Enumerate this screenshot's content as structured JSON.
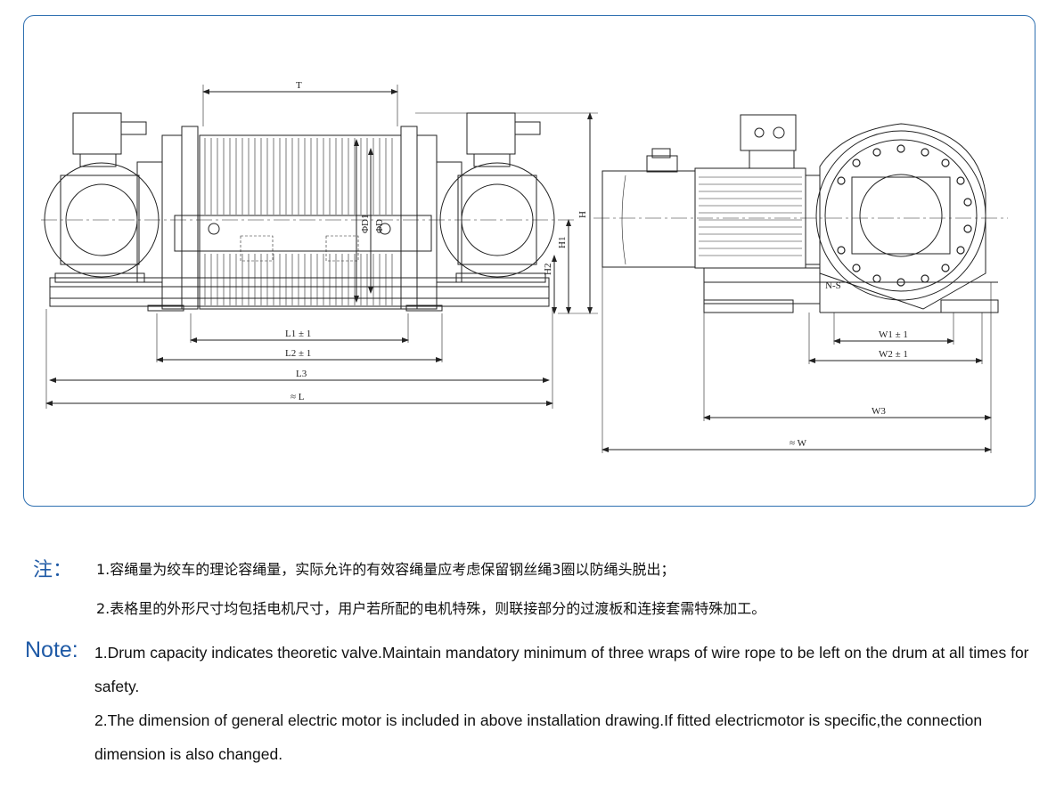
{
  "labels": {
    "T": "T",
    "H": "H",
    "H1": "H1",
    "H2": "H2",
    "D1": "ΦD1",
    "D": "ΦD",
    "L1": "L1 ± 1",
    "L2": "L2 ± 1",
    "L3": "L3",
    "L": "≈ L",
    "NS": "N-S",
    "W1": "W1 ± 1",
    "W2": "W2 ± 1",
    "W3": "W3",
    "W": "≈ W"
  },
  "notes": {
    "cn_label": "注：",
    "cn_1": "1.容绳量为绞车的理论容绳量，实际允许的有效容绳量应考虑保留钢丝绳3圈以防绳头脱出；",
    "cn_2": "2.表格里的外形尺寸均包括电机尺寸，用户若所配的电机特殊，则联接部分的过渡板和连接套需特殊加工。",
    "en_label": "Note:",
    "en_1": "1.Drum capacity indicates theoretic valve.Maintain mandatory minimum of three wraps of wire rope to be left on the drum at all times for safety.",
    "en_2": "2.The dimension of general electric motor is included in above installation drawing.If fitted electricmotor is specific,the connection dimension is also changed."
  },
  "colors": {
    "frame": "#2e6fb0",
    "note_label": "#1f5aa6"
  }
}
